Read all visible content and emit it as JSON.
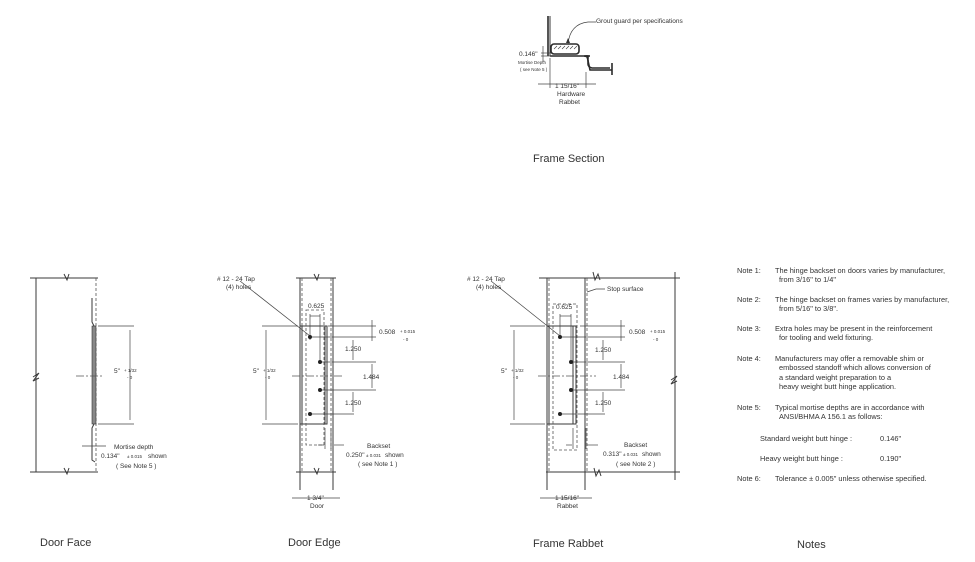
{
  "frame_section": {
    "title": "Frame Section",
    "callout": "Grout guard per specifications",
    "mortise_value": "0.146\"",
    "mortise_label": "Mortise Depth",
    "mortise_ref": "( see Note 5 )",
    "rabbet_value": "1 15/16\"",
    "rabbet_label_1": "Hardware",
    "rabbet_label_2": "Rabbet"
  },
  "door_face": {
    "title": "Door Face",
    "height_value": "5\"",
    "tol_plus": "+ 1/32",
    "tol_minus": "- 0",
    "mortise_label": "Mortise depth",
    "mortise_value": "0.134\"",
    "mortise_tol": "± 0.015",
    "mortise_shown": "shown",
    "mortise_ref": "( See Note 5 )"
  },
  "door_edge": {
    "title": "Door Edge",
    "tap_label_1": "# 12 - 24 Tap",
    "tap_label_2": "(4) holes",
    "dim_0625": "0.625",
    "dim_top": "0.508",
    "dim_top_plus": "+ 0.015",
    "dim_top_minus": "- 0",
    "dim_1": "1.250",
    "dim_2": "1.484",
    "dim_3": "1.250",
    "height_value": "5\"",
    "tol_plus": "+ 1/32",
    "tol_minus": "- 0",
    "backset_label": "Backset",
    "backset_value": "0.250\"",
    "backset_tol": "± 0.031",
    "backset_shown": "shown",
    "backset_ref": "( see Note 1 )",
    "width_value": "1 3/4\"",
    "width_label": "Door"
  },
  "frame_rabbet": {
    "title": "Frame Rabbet",
    "tap_label_1": "# 12 - 24 Tap",
    "tap_label_2": "(4) holes",
    "stop_label": "Stop surface",
    "dim_0625": "0.625",
    "dim_top": "0.508",
    "dim_top_plus": "+ 0.015",
    "dim_top_minus": "- 0",
    "dim_1": "1.250",
    "dim_2": "1.484",
    "dim_3": "1.250",
    "height_value": "5\"",
    "tol_plus": "+ 1/32",
    "tol_minus": "- 0",
    "backset_label": "Backset",
    "backset_value": "0.313\"",
    "backset_tol": "± 0.031",
    "backset_shown": "shown",
    "backset_ref": "( see Note 2 )",
    "width_value": "1 15/16\"",
    "width_label": "Rabbet"
  },
  "notes": {
    "title": "Notes",
    "items": [
      {
        "label": "Note 1:",
        "line1": "The hinge backset on doors varies  by manufacturer,",
        "line2": "from 3/16\" to 1/4\""
      },
      {
        "label": "Note 2:",
        "line1": "The hinge backset on frames varies by manufacturer,",
        "line2": "from 5/16\" to 3/8\"."
      },
      {
        "label": "Note 3:",
        "line1": "Extra holes may be present in the reinforcement",
        "line2": "for tooling and weld fixturing."
      },
      {
        "label": "Note 4:",
        "line1": "Manufacturers may offer a removable shim or",
        "line2": "embossed standoff which allows conversion of",
        "line3": "a standard weight preparation to a",
        "line4": "heavy weight butt hinge application."
      },
      {
        "label": "Note 5:",
        "line1": "Typical mortise depths are in accordance with",
        "line2": "ANSI/BHMA A 156.1 as follows:"
      },
      {
        "label": "Note 6:",
        "line1": "Tolerance ± 0.005\" unless otherwise specified."
      }
    ],
    "hinges": [
      {
        "label": "Standard weight butt hinge :",
        "value": "0.146\""
      },
      {
        "label": "Heavy weight butt hinge :",
        "value": "0.190\""
      }
    ]
  }
}
